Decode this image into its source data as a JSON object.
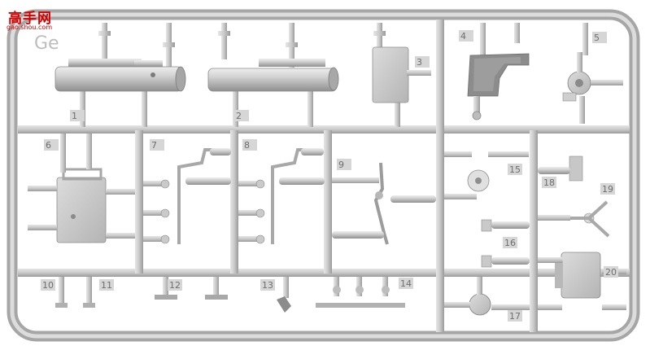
{
  "watermark": {
    "title": "高手网",
    "url": "gao.shou.com"
  },
  "sprue": {
    "code": "Ge",
    "part_numbers": [
      "1",
      "2",
      "3",
      "4",
      "5",
      "6",
      "7",
      "8",
      "9",
      "10",
      "11",
      "12",
      "13",
      "14",
      "15",
      "16",
      "17",
      "18",
      "19",
      "20"
    ]
  },
  "colors": {
    "plastic": "#c8c8c8",
    "plastic_dark": "#8e8e8e",
    "plastic_light": "#e4e4e4",
    "background": "#ffffff",
    "watermark": "#d40000"
  }
}
